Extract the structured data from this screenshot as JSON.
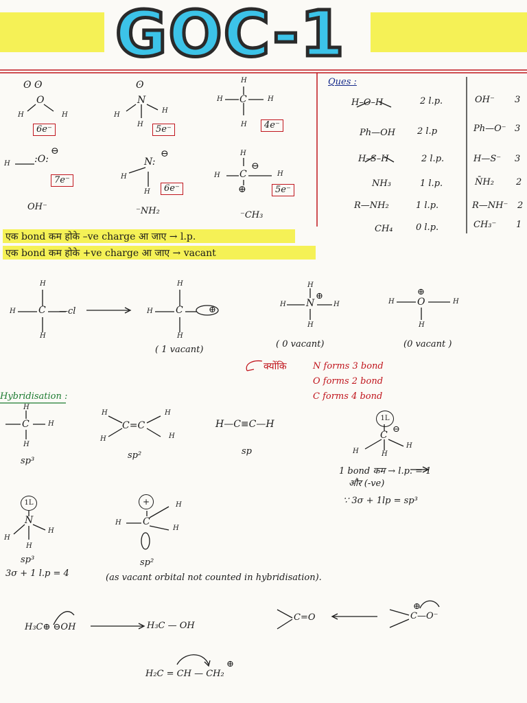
{
  "title": "GOC-1",
  "colors": {
    "highlight": "#f3ef3a",
    "ink": "#1a1a1a",
    "red": "#c0141c",
    "title_fill": "#3cc3e8",
    "title_stroke": "#2a2a2a",
    "green": "#1b7a2f"
  },
  "row1": {
    "water": {
      "lp_glyph": "ʘ",
      "atom": "O",
      "h": "H",
      "label": "6e⁻"
    },
    "ammonia": {
      "lp_glyph": "ʘ",
      "atom": "N",
      "h": "H",
      "label": "5e⁻"
    },
    "methane": {
      "atom": "C",
      "h": "H",
      "label": "4e⁻"
    }
  },
  "row2": {
    "hydroxide": {
      "atom": "O",
      "h": "H",
      "charge": "⊖",
      "label": "7e⁻",
      "caption": "OH⁻"
    },
    "amide": {
      "atom": "N",
      "h": "H",
      "charge": "⊖",
      "label": "6e⁻",
      "caption": "⁻NH₂"
    },
    "methyl_anion": {
      "atom": "C",
      "h": "H",
      "charge": "⊖",
      "lp": "⊕",
      "label": "5e⁻",
      "caption": "⁻CH₃"
    }
  },
  "ques": {
    "heading": "Ques :",
    "left": [
      {
        "species": "H–O–H",
        "lp": "2 l.p."
      },
      {
        "species": "Ph—OH",
        "lp": "2 l.p"
      },
      {
        "species": "H–S–H",
        "lp": "2 l.p."
      },
      {
        "species": "NH₃",
        "lp": "1 l.p."
      },
      {
        "species": "R—NH₂",
        "lp": "1 l.p."
      },
      {
        "species": "CH₄",
        "lp": "0 l.p."
      }
    ],
    "right": [
      {
        "species": "OH⁻",
        "lp": "3"
      },
      {
        "species": "Ph—O⁻",
        "lp": "3"
      },
      {
        "species": "H—S⁻",
        "lp": "3"
      },
      {
        "species": "N̄H₂",
        "lp": "2"
      },
      {
        "species": "R—NH⁻",
        "lp": "2"
      },
      {
        "species": "CH₃⁻",
        "lp": "1"
      }
    ]
  },
  "rules": [
    "एक bond कम होके –ve charge आ जाए → l.p.",
    "एक bond कम होके +ve charge आ जाए → vacant"
  ],
  "carbocation": {
    "reactant_right": "—cl",
    "h": "H",
    "c": "C",
    "plus": "⊕",
    "vacant_label": "( 1 vacant)"
  },
  "ammonium": {
    "atom": "N",
    "plus": "⊕",
    "h": "H",
    "vacant_label": "( 0 vacant)"
  },
  "oxonium": {
    "atom": "O",
    "plus": "⊕",
    "h": "H",
    "vacant_label": "(0 vacant )"
  },
  "reason": {
    "word": "क्योंकि",
    "lines": [
      "N forms 3 bond",
      "O forms 2 bond",
      "C forms 4 bond"
    ]
  },
  "hybridisation": {
    "heading": "Hybridisation :",
    "methane_label": "sp³",
    "ethene_label": "sp²",
    "ethyne": "H—C≡C—H",
    "ethyne_label": "sp",
    "carbanion": {
      "lp": "1L",
      "charge": "⊖",
      "note_line1": "1 bond कम → l.p. = 1",
      "note_line2": "और (-ve)",
      "note_line3": "∵ 3σ + 1lp = sp³"
    },
    "ammonia": {
      "lp": "1L",
      "label": "sp³",
      "note": "3σ + 1 l.p = 4"
    },
    "carbocation": {
      "plus": "+",
      "label": "sp²"
    },
    "footnote": "(as vacant orbital not counted in hybridisation)."
  },
  "resonance": {
    "left_reactant": "H₃C⊕ ⊖OH",
    "left_product": "H₃C — OH",
    "right_reactant": "C=O",
    "right_product": "C—O⁻",
    "right_plus": "⊕",
    "bottom": "H₂C = CH — CH₂",
    "bottom_plus": "⊕"
  }
}
